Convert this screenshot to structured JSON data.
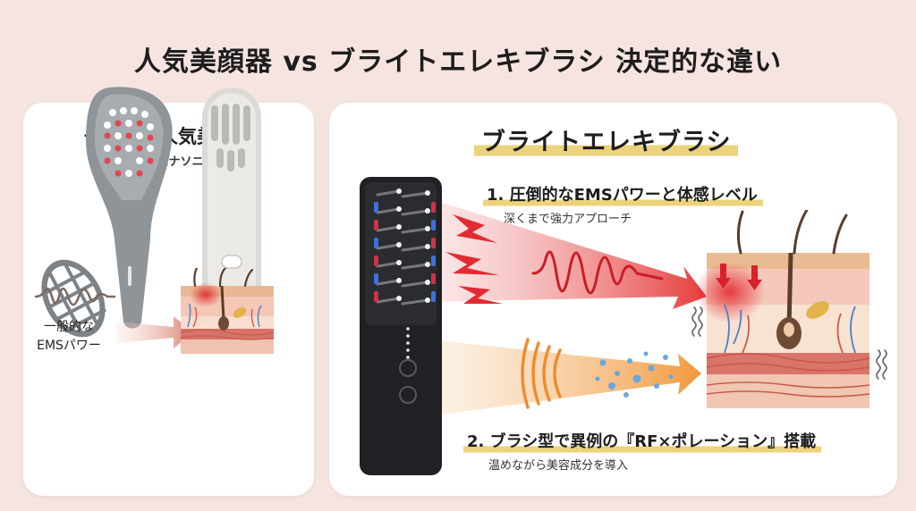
{
  "title": "人気美顔器 vs ブライトエレキブラシ 決定的な違い",
  "left_panel": {
    "heading": "一般的な人気美顔器",
    "subheading": "（ヤーマン・パナソニック等）",
    "caption_line1": "一般的な",
    "caption_line2": "EMSパワー"
  },
  "right_panel": {
    "brand": "ブライトエレキブラシ",
    "feature1_title": "1. 圧倒的なEMSパワーと体感レベル",
    "feature1_sub": "深くまで強力アプローチ",
    "feature2_title": "2. ブラシ型で異例の『RF×ポレーション』搭載",
    "feature2_sub": "温めながら美容成分を導入"
  },
  "colors": {
    "background": "#f6e4e1",
    "highlight": "#ecd27a",
    "ems_red": "#e0303a",
    "rf_orange": "#f2a24a",
    "mist_blue": "#6aa8d8"
  }
}
